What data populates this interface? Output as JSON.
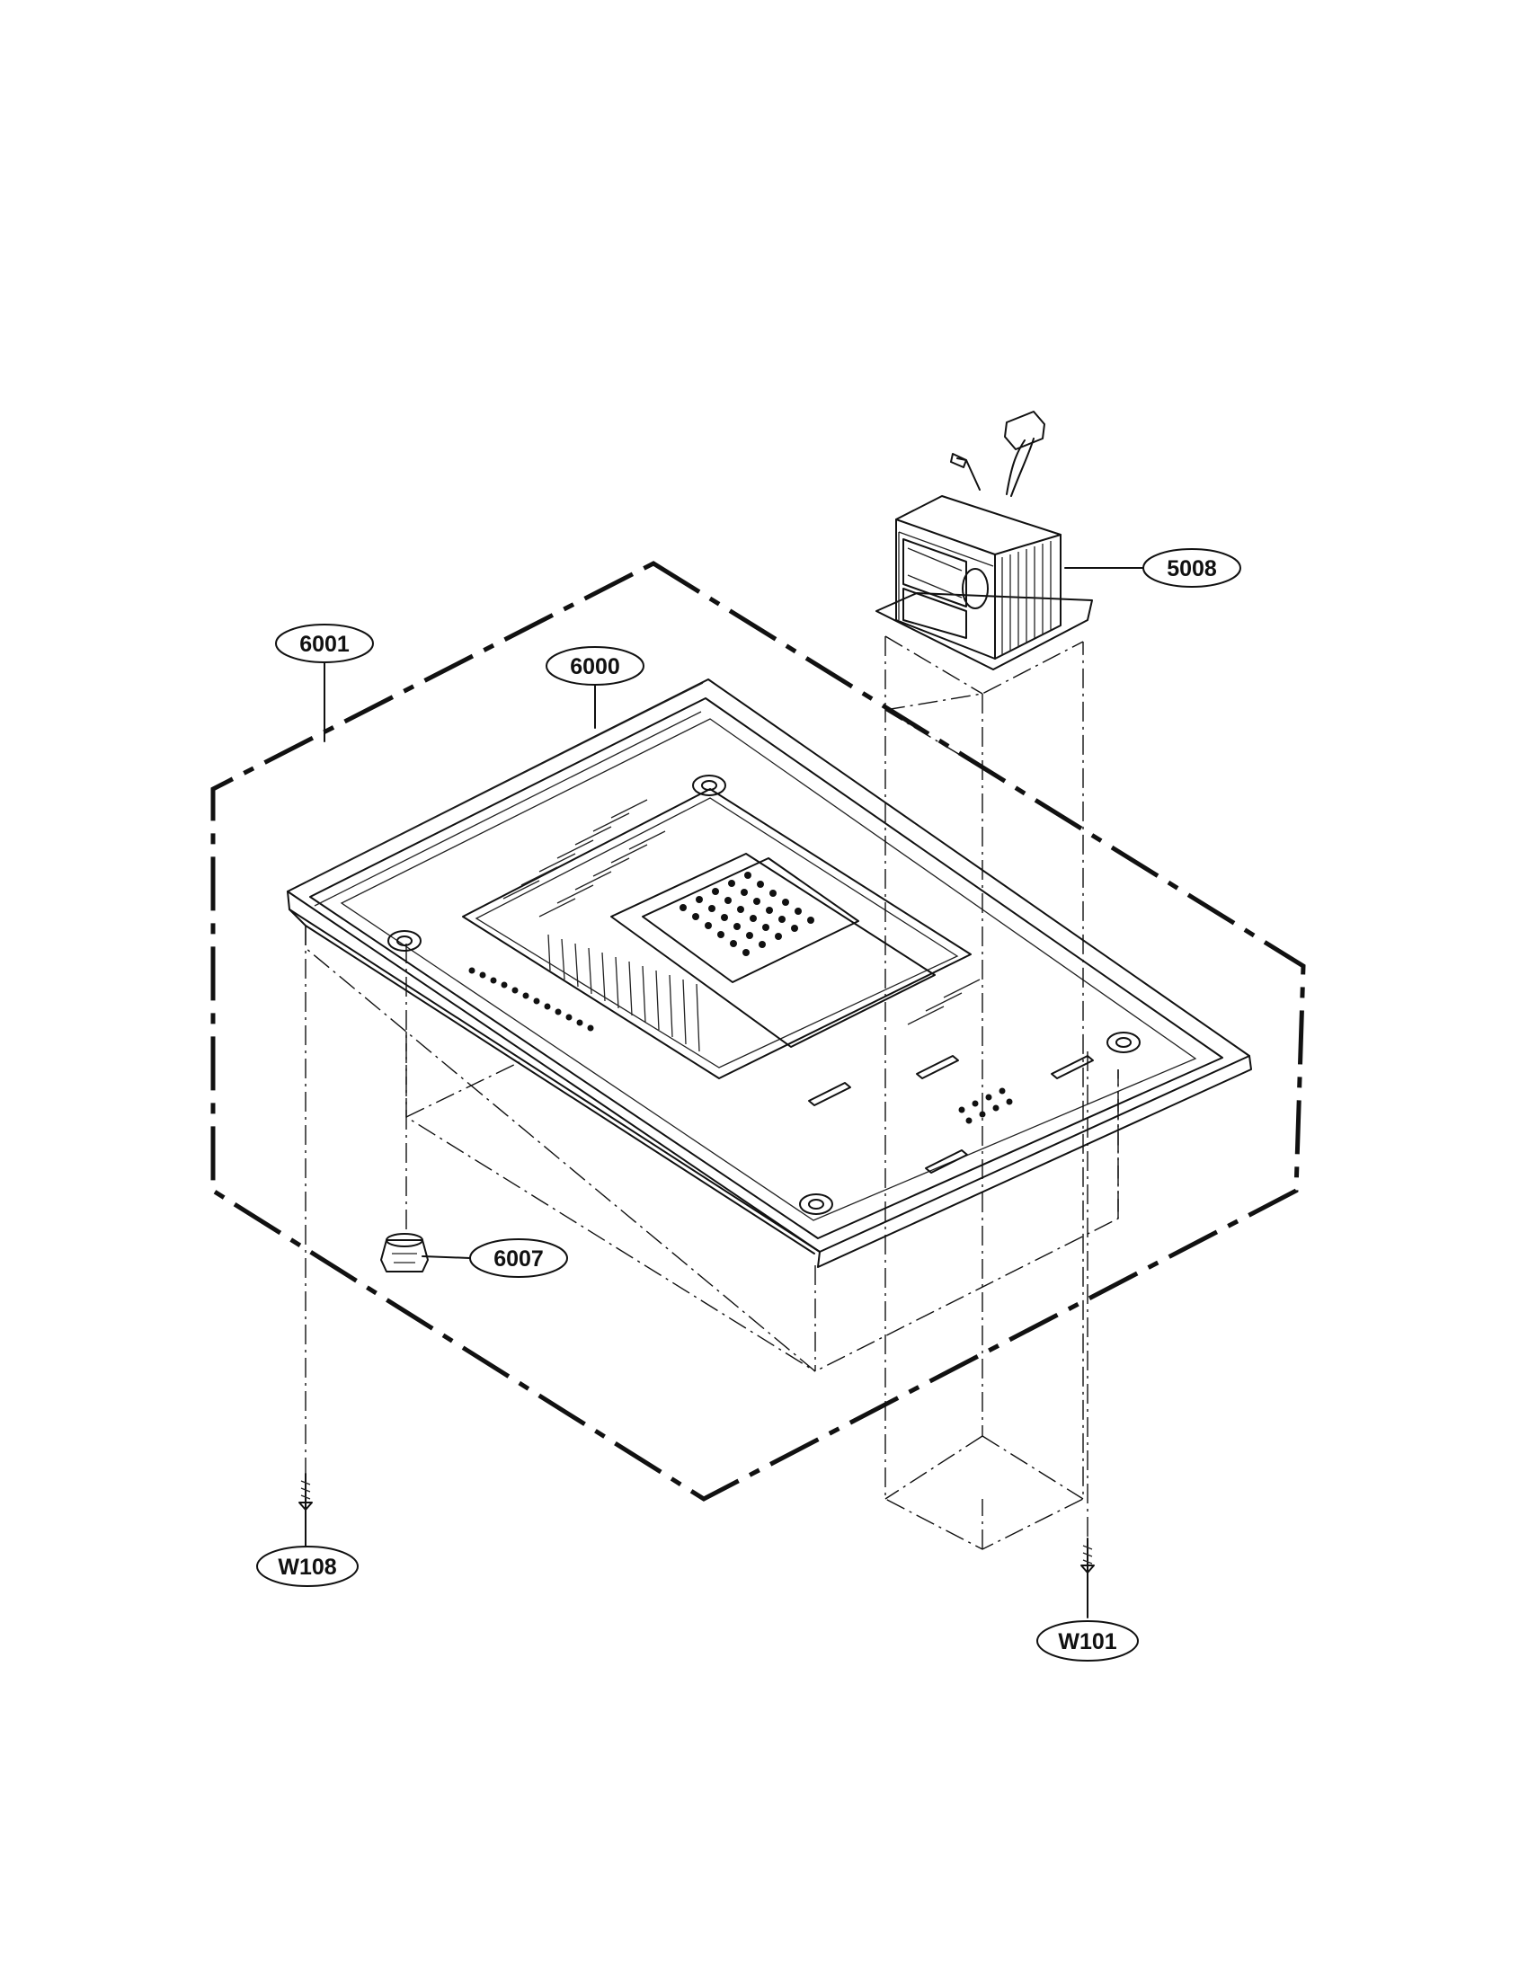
{
  "callouts": {
    "c6001": "6001",
    "c6000": "6000",
    "c5008": "5008",
    "c6007": "6007",
    "cW108": "W108",
    "cW101": "W101"
  },
  "colors": {
    "line": "#111111",
    "background": "#ffffff"
  }
}
